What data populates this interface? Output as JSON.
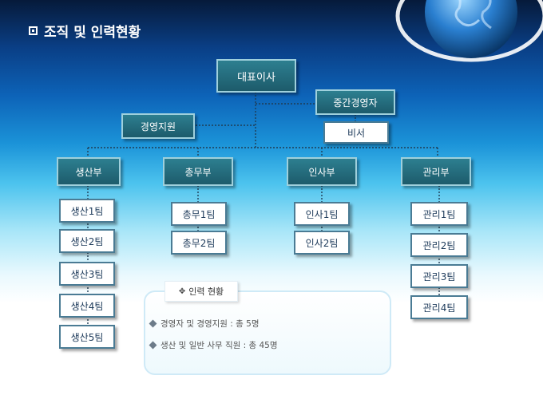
{
  "title": "조직 및 인력현황",
  "ceo": "대표이사",
  "mid_manager": "중간경영자",
  "secretary": "비서",
  "management_support": "경영지원",
  "departments": [
    {
      "name": "생산부",
      "teams": [
        "생산1팀",
        "생산2팀",
        "생산3팀",
        "생산4팀",
        "생산5팀"
      ]
    },
    {
      "name": "총무부",
      "teams": [
        "총무1팀",
        "총무2팀"
      ]
    },
    {
      "name": "인사부",
      "teams": [
        "인사1팀",
        "인사2팀"
      ]
    },
    {
      "name": "관리부",
      "teams": [
        "관리1팀",
        "관리2팀",
        "관리3팀",
        "관리4팀"
      ]
    }
  ],
  "staffing": {
    "heading": "인력 현황",
    "items": [
      "경영자 및 경영지원 : 총 5명",
      "생산 및 일반 사무 직원 : 총 45명"
    ]
  }
}
